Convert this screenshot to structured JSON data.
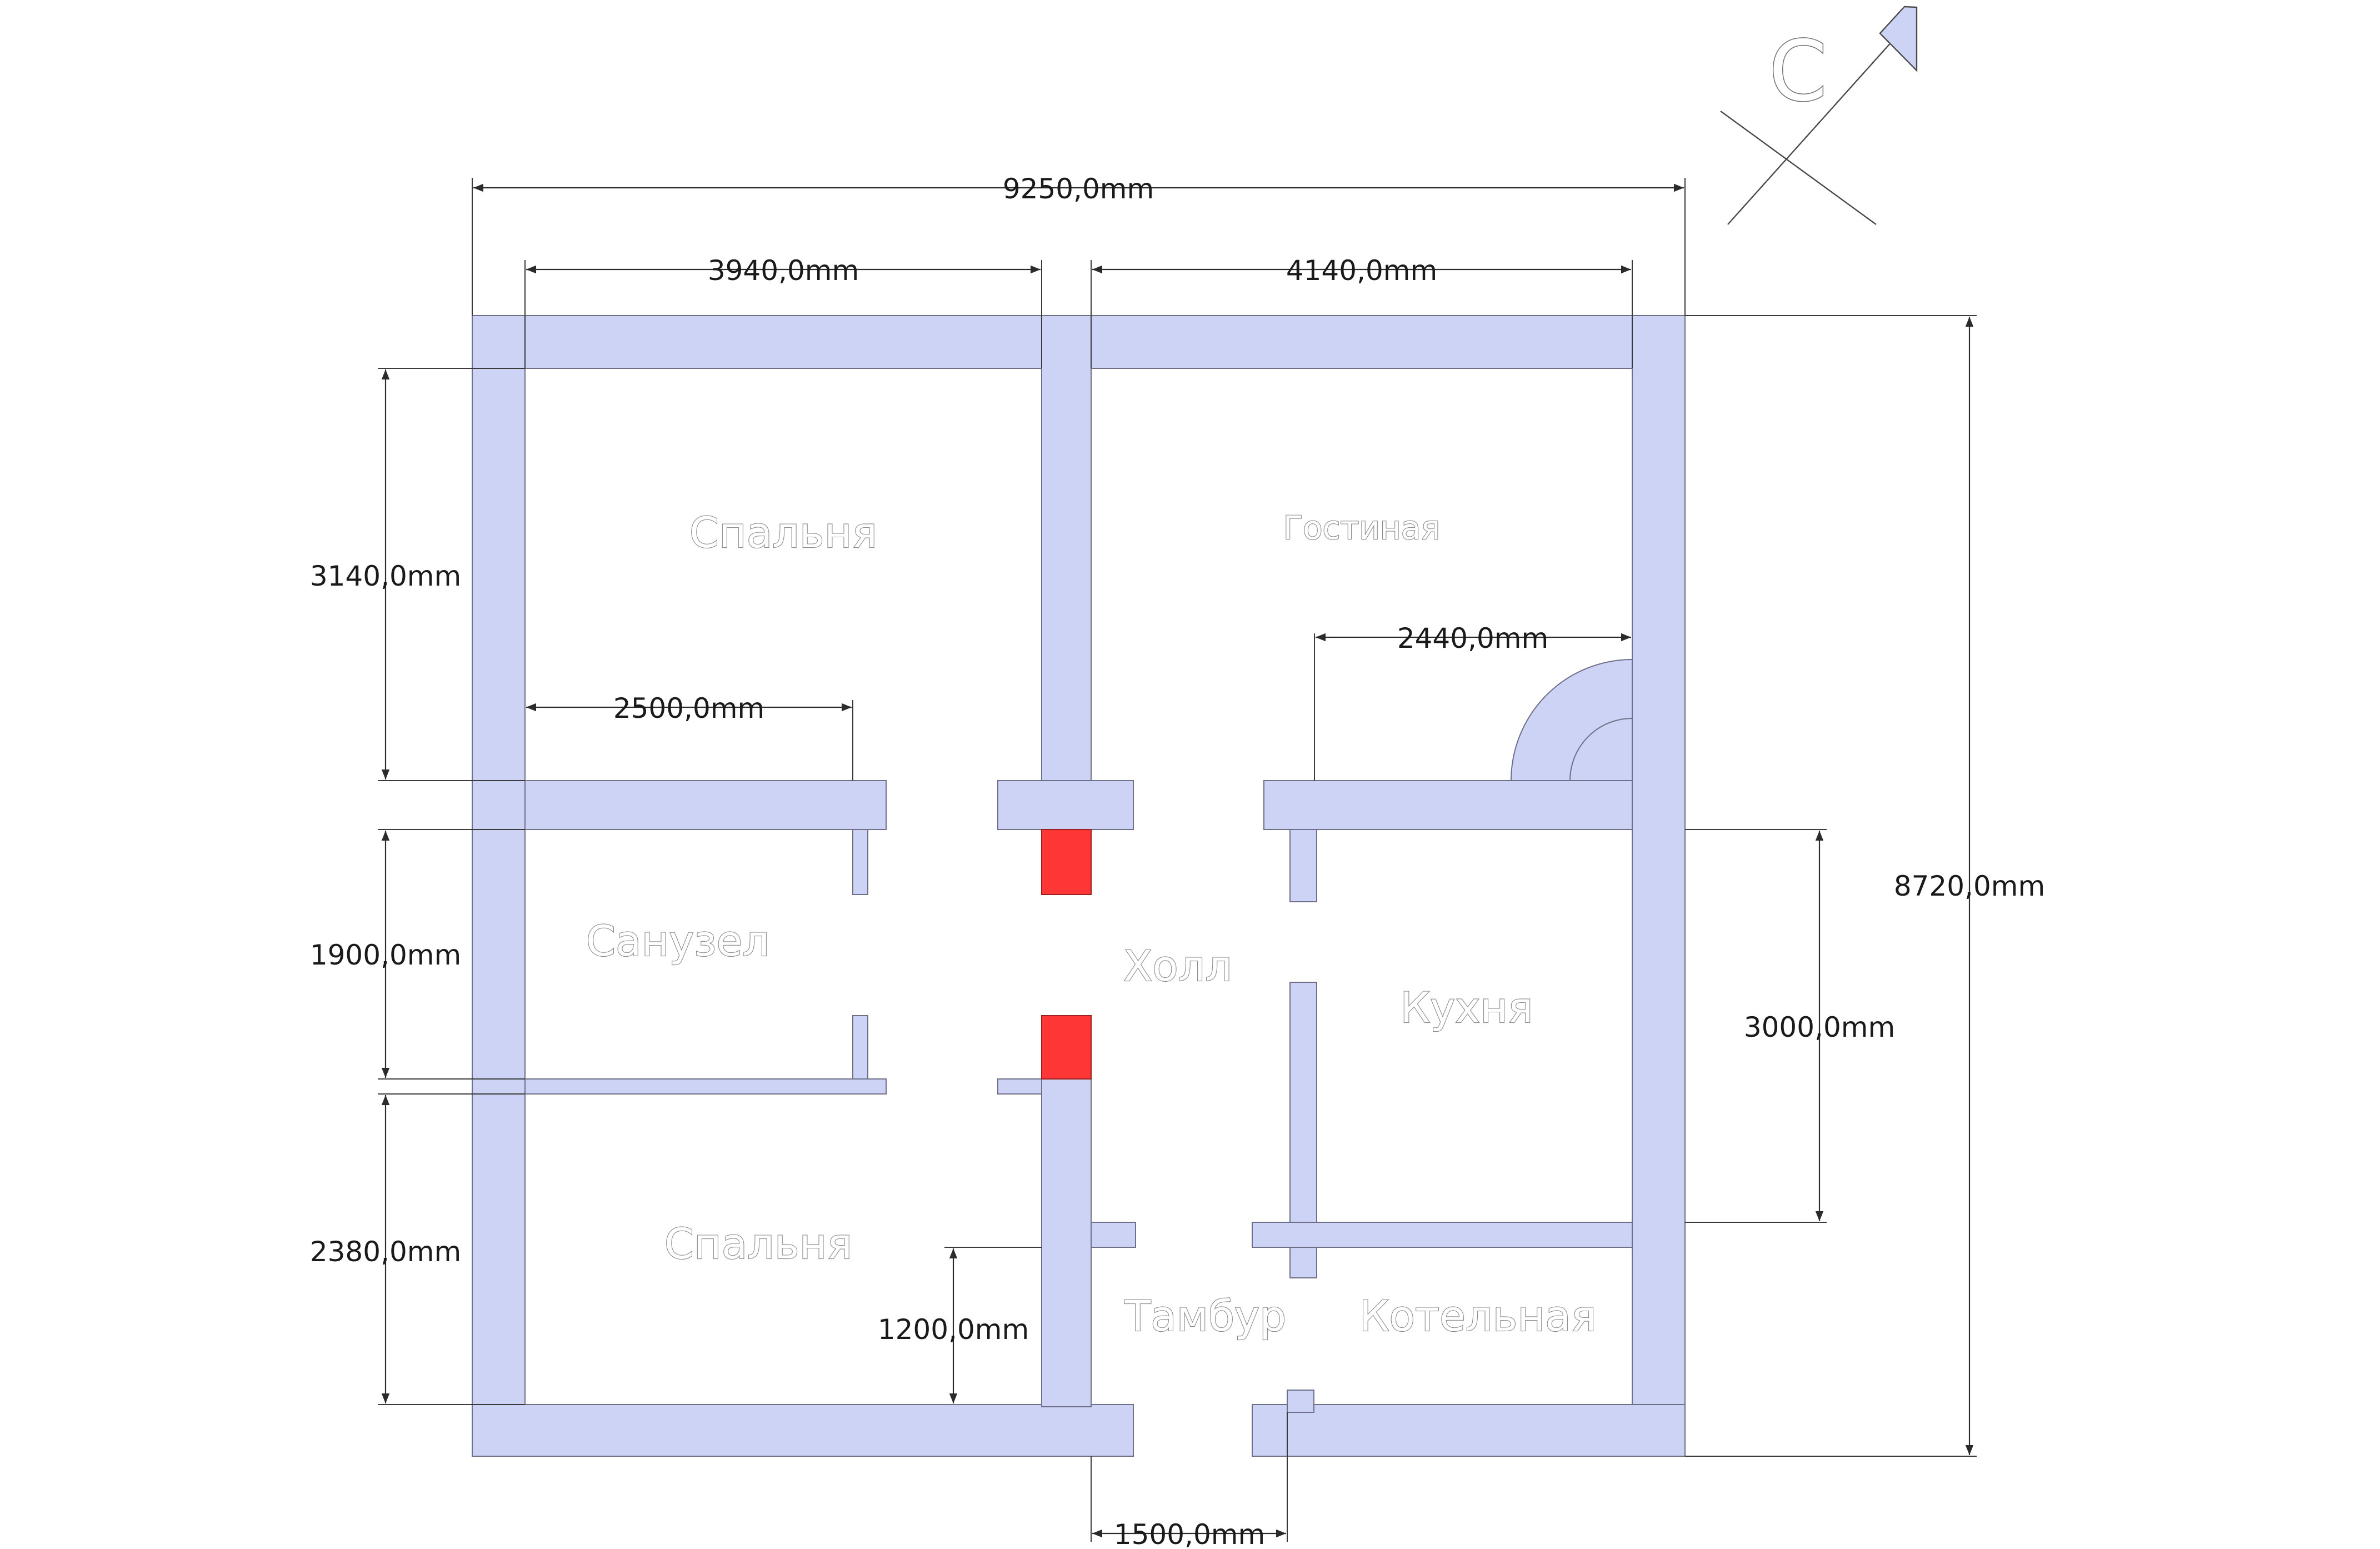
{
  "compass": {
    "letter": "С",
    "icon": "north-arrow-icon"
  },
  "rooms": {
    "bedroom_top": "Спальня",
    "living_room": "Гостиная",
    "bathroom": "Санузел",
    "hall": "Холл",
    "kitchen": "Кухня",
    "bedroom_bottom": "Спальня",
    "vestibule": "Тамбур",
    "boiler_room": "Котельная"
  },
  "dimensions": {
    "total_width": "9250,0mm",
    "bedroom_width": "3940,0mm",
    "living_width": "4140,0mm",
    "total_height": "8720,0mm",
    "bedroom_top_height": "3140,0mm",
    "bathroom_height": "1900,0mm",
    "bedroom_bottom_height": "2380,0mm",
    "bathroom_width": "2500,0mm",
    "living_partial_width": "2440,0mm",
    "kitchen_height": "3000,0mm",
    "vestibule_offset": "1200,0mm",
    "entrance_width": "1500,0mm"
  },
  "colors": {
    "wall": "#cdd3f4",
    "chimney": "#ff3636"
  }
}
